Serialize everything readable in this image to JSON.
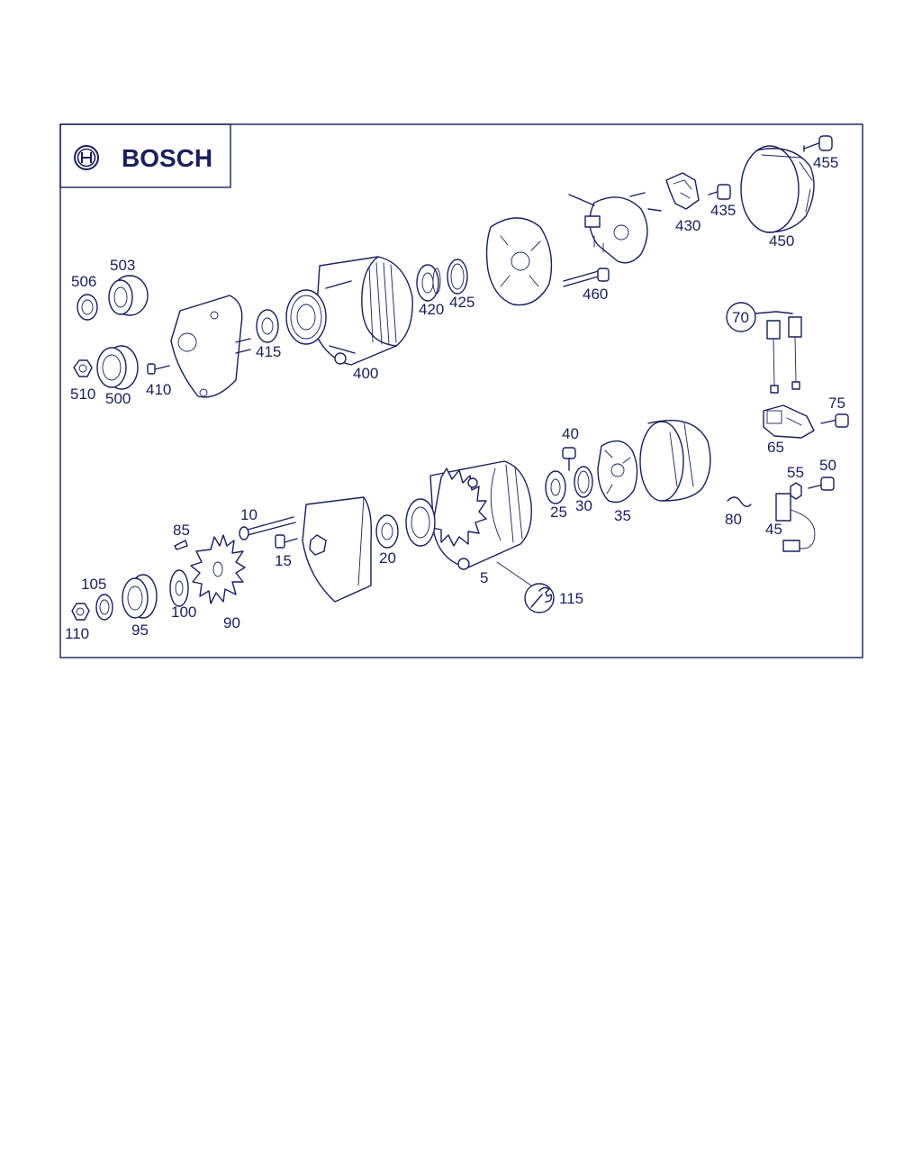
{
  "brand": {
    "name": "BOSCH"
  },
  "part_labels": [
    "455",
    "450",
    "430",
    "435",
    "460",
    "506",
    "503",
    "420",
    "425",
    "415",
    "400",
    "510",
    "500",
    "410",
    "70",
    "75",
    "65",
    "40",
    "25",
    "30",
    "35",
    "80",
    "55",
    "50",
    "45",
    "10",
    "85",
    "15",
    "20",
    "5",
    "115",
    "105",
    "110",
    "95",
    "100",
    "90"
  ],
  "icons": {
    "logo": "bosch-armature-logo",
    "tool": "wrench-icon"
  }
}
